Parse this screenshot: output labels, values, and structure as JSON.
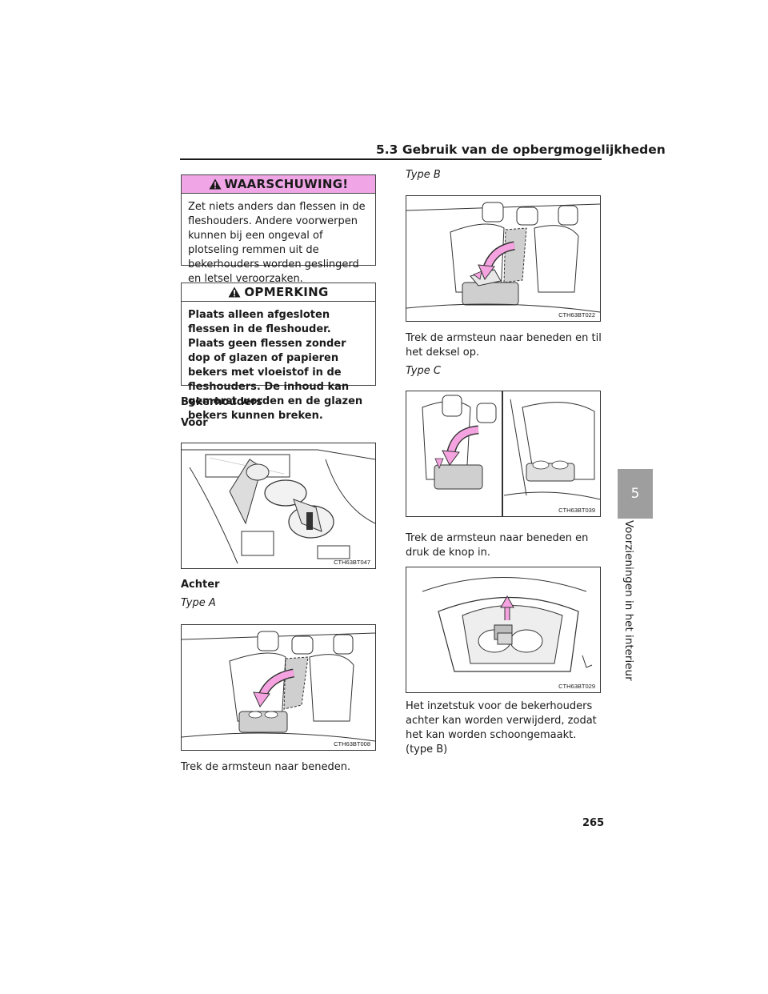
{
  "header": {
    "section_title": "5.3 Gebruik van de opbergmogelijkheden"
  },
  "warning": {
    "title": "WAARSCHUWING!",
    "body": "Zet niets anders dan flessen in de fleshouders. Andere voorwerpen kunnen bij een ongeval of plotseling remmen uit de bekerhouders worden geslingerd en letsel veroorzaken."
  },
  "notice": {
    "title": "OPMERKING",
    "body": "Plaats alleen afgesloten flessen in de fleshouder. Plaats geen flessen zonder dop of glazen of papieren bekers met vloeistof in de fleshouders. De inhoud kan gemorst worden en de glazen bekers kunnen breken."
  },
  "left_column": {
    "heading_cupholders": "Bekerhouders",
    "heading_front": "Voor",
    "fig_front_code": "CTH63BT047",
    "heading_rear": "Achter",
    "type_a": "Type A",
    "fig_type_a_code": "CTH63BT008",
    "type_a_instruction": "Trek de armsteun naar beneden."
  },
  "right_column": {
    "type_b": "Type B",
    "fig_type_b_code": "CTH63BT022",
    "type_b_instruction": "Trek de armsteun naar beneden en til het deksel op.",
    "type_c": "Type C",
    "fig_type_c_code": "CTH63BT039",
    "type_c_instruction": "Trek de armsteun naar beneden en druk de knop in.",
    "fig_insert_code": "CTH63BT029",
    "insert_note": "Het inzetstuk voor de bekerhouders achter kan worden verwijderd, zodat het kan worden schoongemaakt. (type B)"
  },
  "side_tab": {
    "number": "5",
    "label": "Voorzieningen in het interieur"
  },
  "footer": {
    "page_number": "265"
  },
  "colors": {
    "warning_header": "#f0a6e6",
    "arrow_pink": "#f5a3e0",
    "tab_gray": "#9e9e9e"
  }
}
